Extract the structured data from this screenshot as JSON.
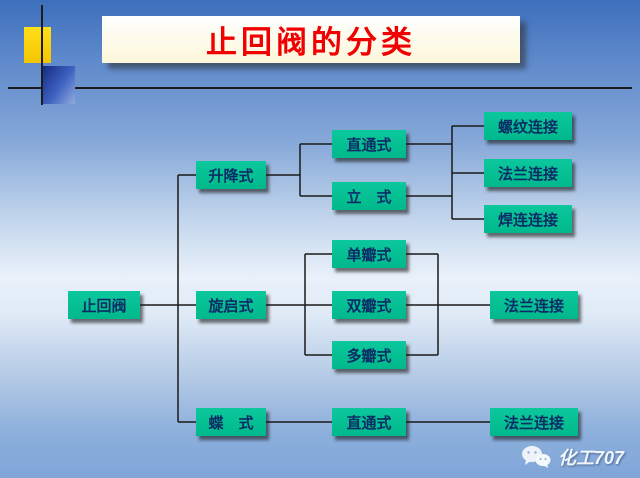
{
  "title": "止回阀的分类",
  "diagram": {
    "root": {
      "label": "止回阀"
    },
    "branches": [
      {
        "label": "升降式"
      },
      {
        "label": "旋启式"
      },
      {
        "label": "蝶　式"
      }
    ],
    "lift_types": [
      {
        "label": "直通式"
      },
      {
        "label": "立　式"
      }
    ],
    "lift_connections": [
      {
        "label": "螺纹连接"
      },
      {
        "label": "法兰连接"
      },
      {
        "label": "焊连连接"
      }
    ],
    "swing_types": [
      {
        "label": "单瓣式"
      },
      {
        "label": "双瓣式"
      },
      {
        "label": "多瓣式"
      }
    ],
    "swing_connection": {
      "label": "法兰连接"
    },
    "butterfly_type": {
      "label": "直通式"
    },
    "butterfly_connection": {
      "label": "法兰连接"
    }
  },
  "footer": {
    "brand": "化工707",
    "icon": "wechat-icon"
  },
  "colors": {
    "node_green": "#00BD92",
    "node_text": "#0B2D66",
    "title_red": "#F00000",
    "title_bg": "#FFFDEB",
    "connector_line": "#1A1A1A",
    "background_top": "#3D6FBC",
    "background_middle": "#E9F1FA",
    "background_bottom": "#7FA5D8",
    "deco_yellow": "#FFD800",
    "deco_blue": "#13297F"
  }
}
